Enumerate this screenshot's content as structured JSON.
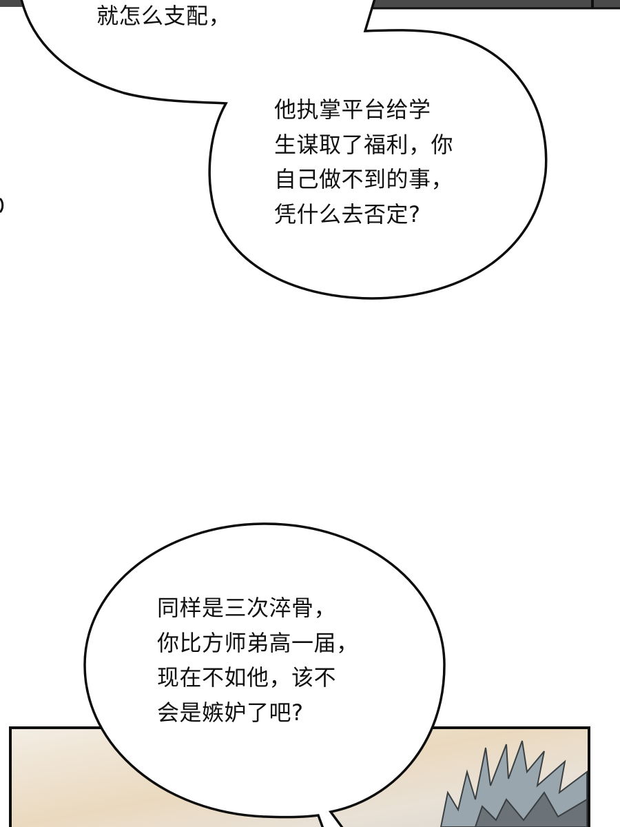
{
  "bubbles": [
    {
      "lines": [
        "就怎么支配，"
      ]
    },
    {
      "lines": [
        "他执掌平台给学",
        "生谋取了福利，你",
        "自己做不到的事，",
        "凭什么去否定?"
      ]
    },
    {
      "lines": [
        "同样是三次淬骨，",
        "你比方师弟高一届，",
        "现在不如他，该不",
        "会是嫉妒了吧?"
      ]
    }
  ],
  "colors": {
    "outline": "#0d0d0d",
    "panel_bg": "#efe6d8",
    "hair": "#9aa6ad",
    "top_strip": "#4a4a4a"
  }
}
